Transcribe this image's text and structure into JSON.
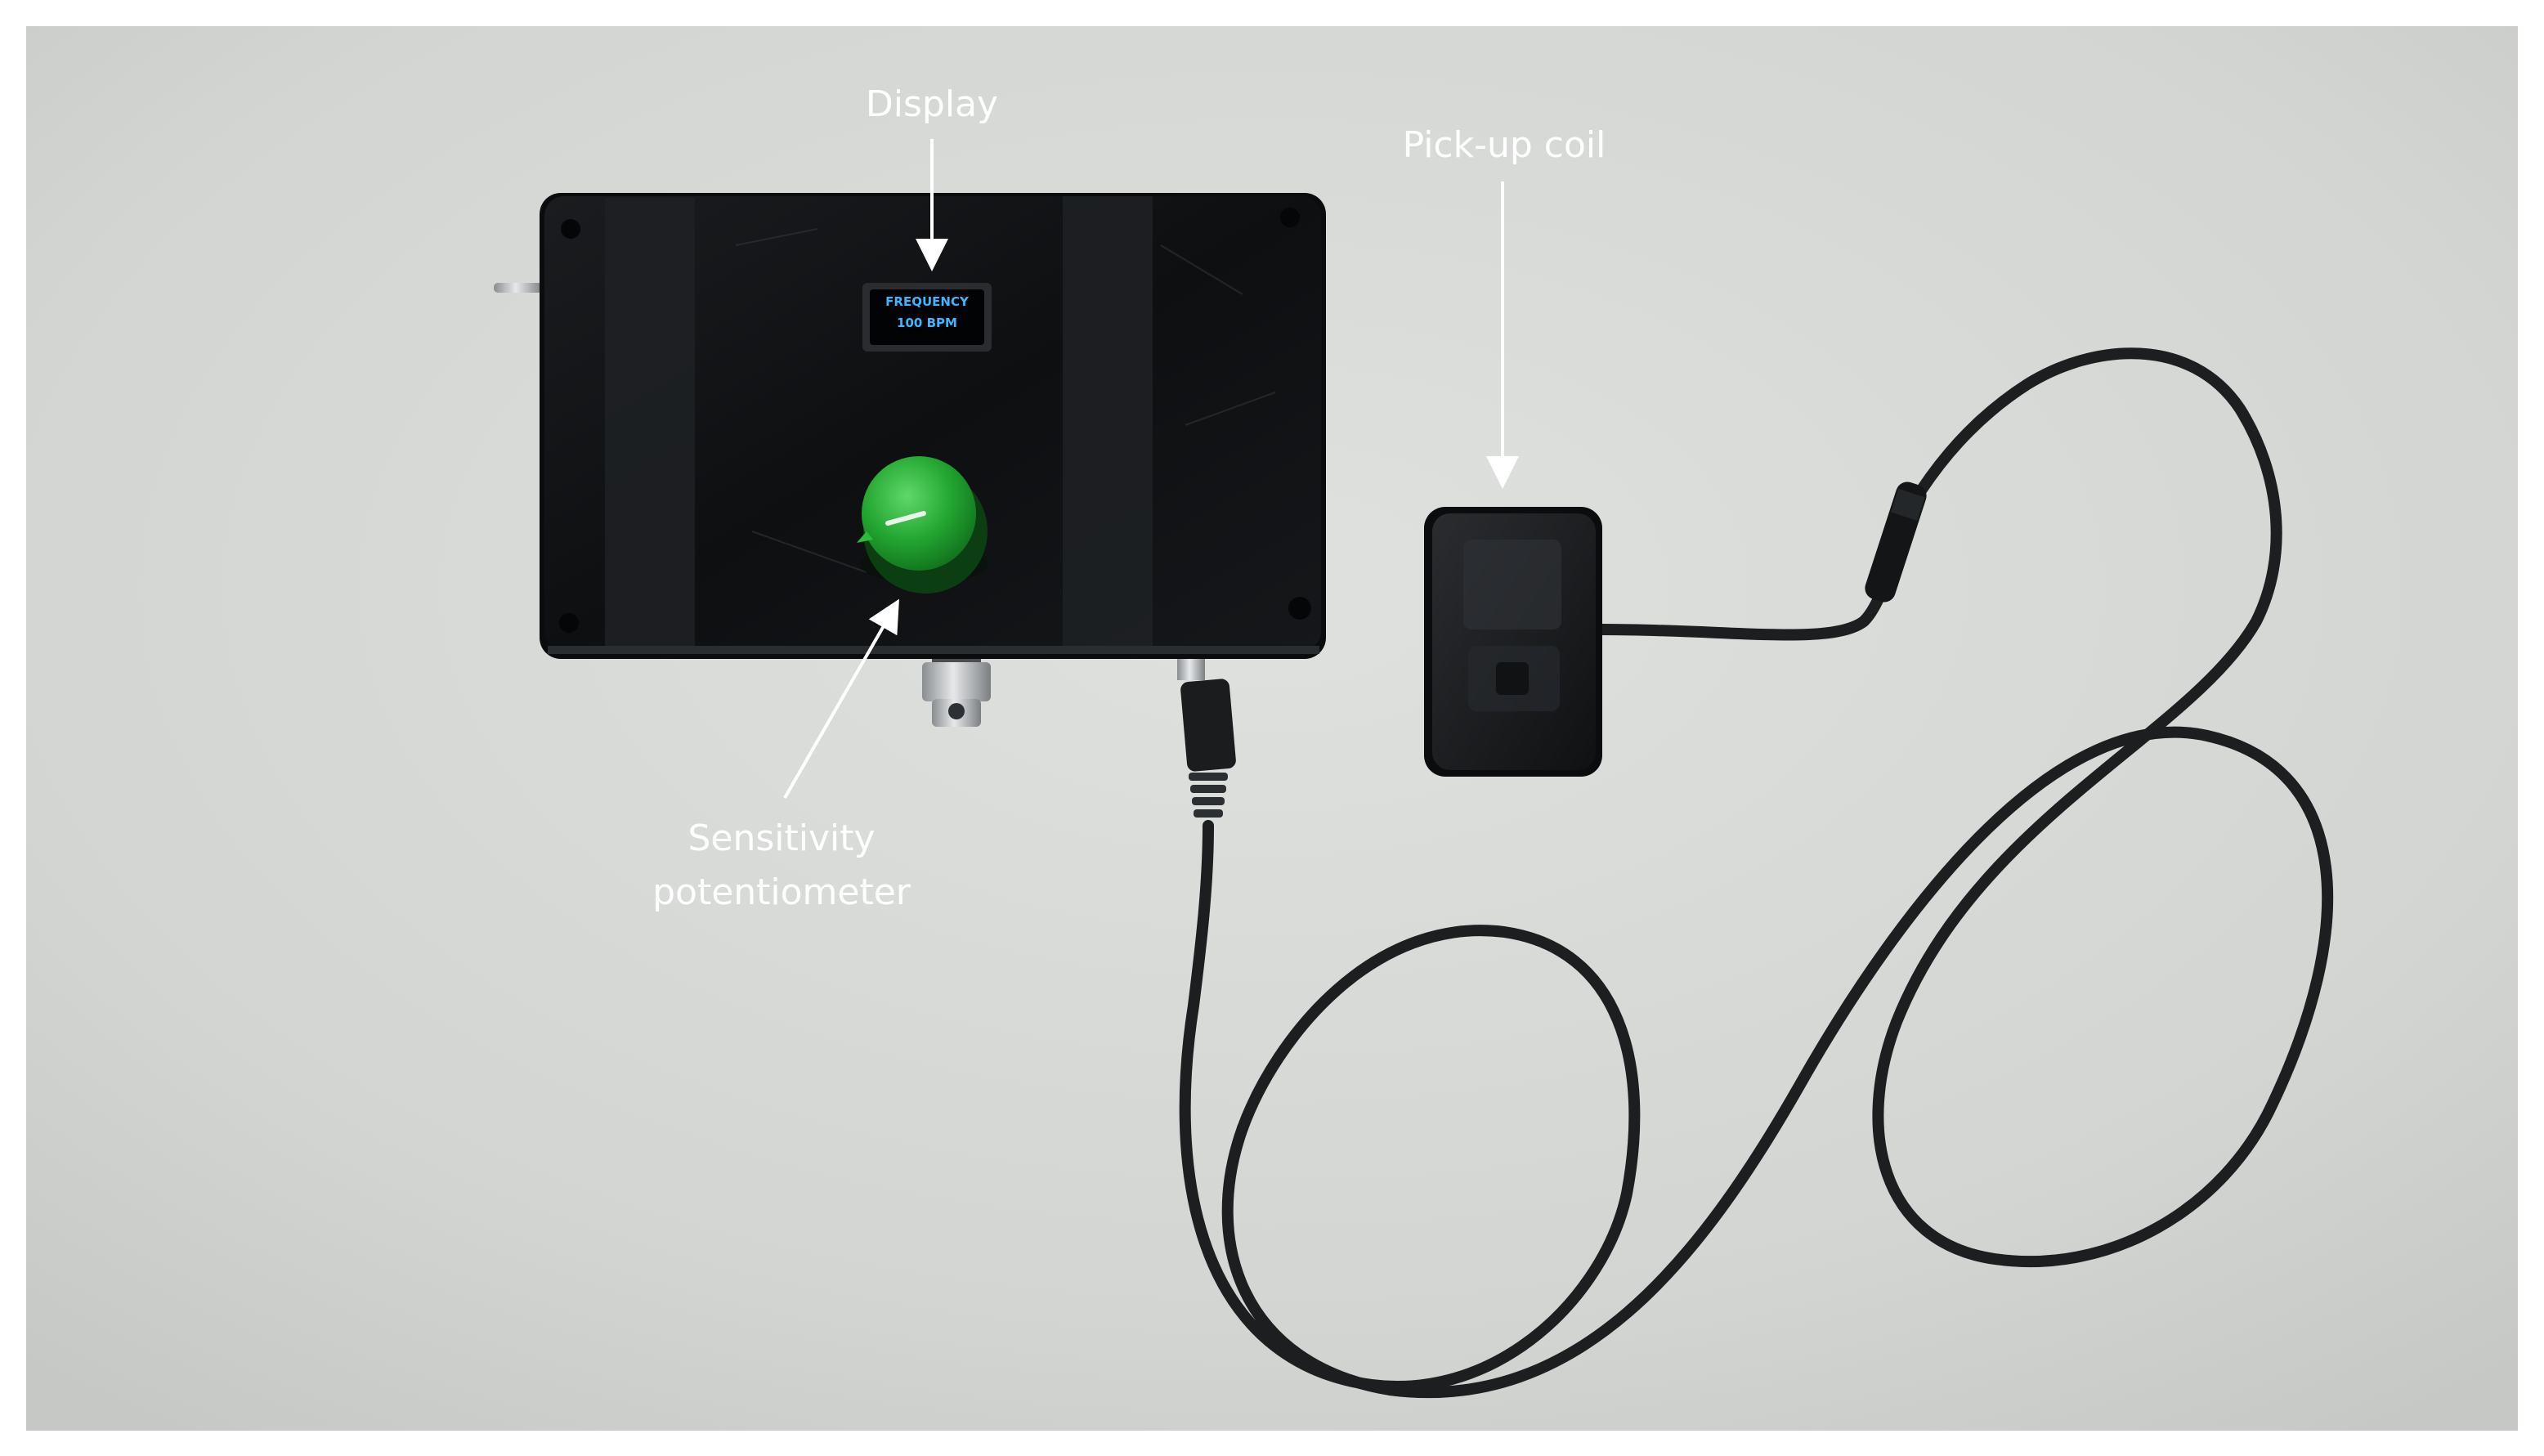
{
  "photo": {
    "background_color": "#d4d6d4",
    "frame_color": "#ffffff",
    "device_color": "#101214",
    "knob_color": "#22a834",
    "cable_color": "#1c1e20",
    "display_text_color": "#3fb4ff"
  },
  "device": {
    "display": {
      "line1": "FREQUENCY",
      "line2": "100 BPM"
    }
  },
  "annotations": {
    "display_label": "Display",
    "coil_label": "Pick-up coil",
    "potentiometer_label_line1": "Sensitivity",
    "potentiometer_label_line2": "potentiometer"
  },
  "icons": {
    "arrow": "arrow-icon",
    "knob": "rotary-knob-icon",
    "connector": "bnc-connector-icon",
    "jack": "audio-jack-icon"
  }
}
